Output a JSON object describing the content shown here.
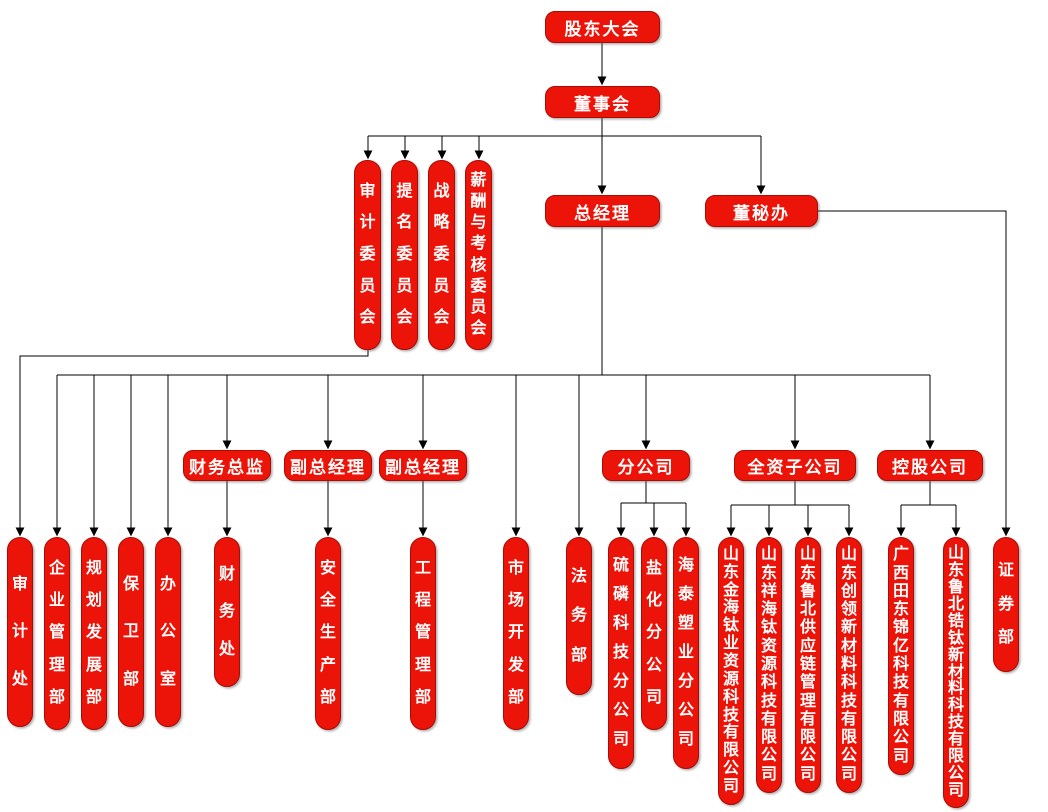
{
  "colors": {
    "node_fill": "#ec1309",
    "node_border": "#a80c05",
    "node_text": "#ffffff",
    "line": "#000000"
  },
  "nodes": {
    "shareholders": "股东大会",
    "board": "董事会",
    "gm": "总经理",
    "secretary_office": "董秘办",
    "committees": [
      "审计委员会",
      "提名委员会",
      "战略委员会",
      "薪酬与考核委员会"
    ],
    "cfo": "财务总监",
    "deputy_gm_1": "副总经理",
    "deputy_gm_2": "副总经理",
    "branch_group": "分公司",
    "subsidiary_group": "全资子公司",
    "holding_group": "控股公司",
    "departments": [
      "审计处",
      "企业管理部",
      "规划发展部",
      "保卫部",
      "办公室",
      "财务处",
      "安全生产部",
      "工程管理部",
      "市场开发部",
      "法务部"
    ],
    "branches": [
      "硫磷科技分公司",
      "盐化分公司",
      "海泰塑业分公司"
    ],
    "subsidiaries": [
      "山东金海钛业资源科技有限公司",
      "山东祥海钛资源科技有限公司",
      "山东鲁北供应链管理有限公司",
      "山东创领新材料科技有限公司"
    ],
    "holdings": [
      "广西田东锦亿科技有限公司",
      "山东鲁北锆钛新材料科技有限公司"
    ],
    "securities": "证券部"
  },
  "hierarchy": {
    "股东大会": [
      "董事会"
    ],
    "董事会": [
      "审计委员会",
      "提名委员会",
      "战略委员会",
      "薪酬与考核委员会",
      "总经理",
      "董秘办"
    ],
    "审计委员会": [
      "审计处"
    ],
    "总经理": [
      "企业管理部",
      "规划发展部",
      "保卫部",
      "办公室",
      "财务总监",
      "副总经理_1",
      "副总经理_2",
      "市场开发部",
      "法务部",
      "分公司",
      "全资子公司",
      "控股公司"
    ],
    "董秘办": [
      "证券部"
    ],
    "财务总监": [
      "财务处"
    ],
    "副总经理_1": [
      "安全生产部"
    ],
    "副总经理_2": [
      "工程管理部"
    ],
    "分公司": [
      "硫磷科技分公司",
      "盐化分公司",
      "海泰塑业分公司"
    ],
    "全资子公司": [
      "山东金海钛业资源科技有限公司",
      "山东祥海钛资源科技有限公司",
      "山东鲁北供应链管理有限公司",
      "山东创领新材料科技有限公司"
    ],
    "控股公司": [
      "广西田东锦亿科技有限公司",
      "山东鲁北锆钛新材料科技有限公司"
    ]
  }
}
